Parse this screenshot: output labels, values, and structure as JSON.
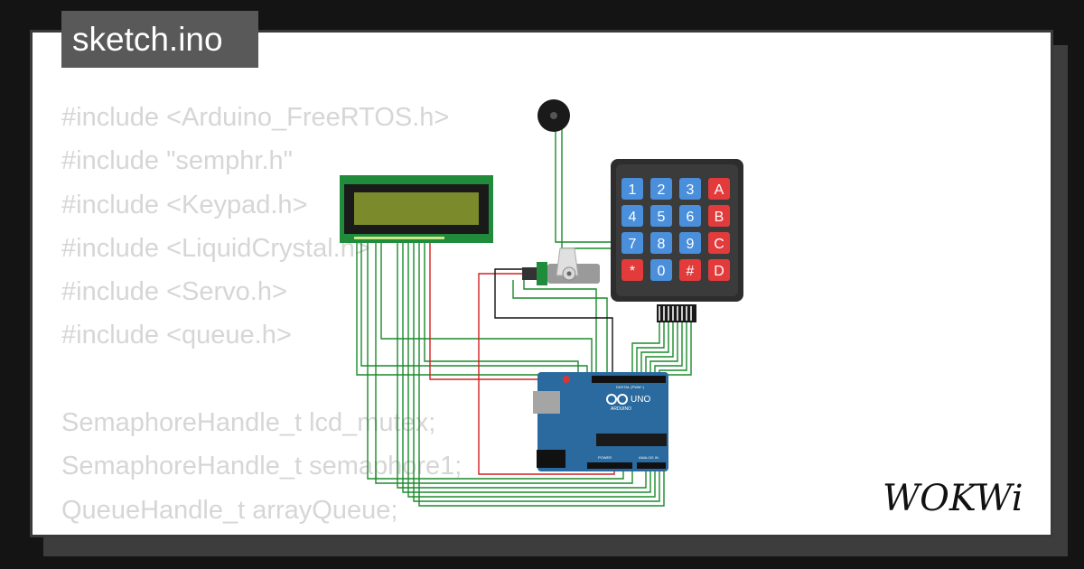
{
  "file": {
    "name": "sketch.ino"
  },
  "code_lines": [
    "#include <Arduino_FreeRTOS.h>",
    "#include \"semphr.h\"",
    "#include <Keypad.h>",
    "#include <LiquidCrystal.h>",
    "#include <Servo.h>",
    "#include <queue.h>",
    "",
    "SemaphoreHandle_t lcd_mutex;",
    "SemaphoreHandle_t semaphore1;",
    "QueueHandle_t arrayQueue;"
  ],
  "keypad": {
    "keys": [
      {
        "label": "1",
        "kind": "digit"
      },
      {
        "label": "2",
        "kind": "digit"
      },
      {
        "label": "3",
        "kind": "digit"
      },
      {
        "label": "A",
        "kind": "letter"
      },
      {
        "label": "4",
        "kind": "digit"
      },
      {
        "label": "5",
        "kind": "digit"
      },
      {
        "label": "6",
        "kind": "digit"
      },
      {
        "label": "B",
        "kind": "letter"
      },
      {
        "label": "7",
        "kind": "digit"
      },
      {
        "label": "8",
        "kind": "digit"
      },
      {
        "label": "9",
        "kind": "digit"
      },
      {
        "label": "C",
        "kind": "letter"
      },
      {
        "label": "*",
        "kind": "letter"
      },
      {
        "label": "0",
        "kind": "digit"
      },
      {
        "label": "#",
        "kind": "letter"
      },
      {
        "label": "D",
        "kind": "letter"
      }
    ]
  },
  "arduino": {
    "model": "UNO",
    "brand": "ARDUINO",
    "digital_label": "DIGITAL (PWM~)",
    "analog_label": "ANALOG IN",
    "power_label": "POWER"
  },
  "logo": {
    "text": "WOKWi",
    "icon": "wokwi-logo"
  },
  "colors": {
    "background": "#141414",
    "card": "#ffffff",
    "code_text": "#d6d6d6",
    "wire_green": "#1a8a2a",
    "wire_red": "#d42020",
    "lcd_pcb": "#1f8b3b",
    "lcd_screen": "#7b8a2a",
    "key_blue": "#4a8fdc",
    "key_red": "#e33b3b",
    "arduino_board": "#2a6a9e"
  }
}
